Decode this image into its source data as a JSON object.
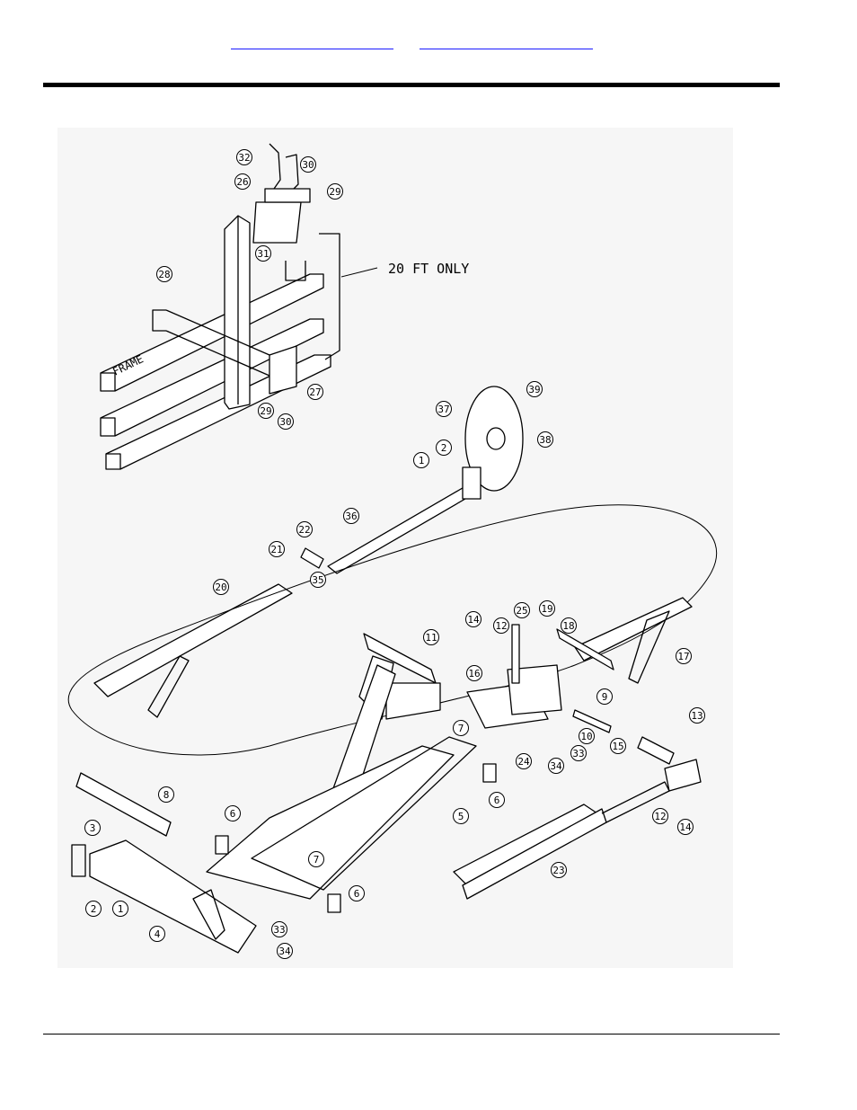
{
  "header": {
    "links": [
      {
        "label": ""
      },
      {
        "label": ""
      }
    ]
  },
  "diagram": {
    "note": "20 FT ONLY",
    "frame_label": "FRAME",
    "callouts": [
      "1",
      "2",
      "3",
      "4",
      "5",
      "6",
      "7",
      "8",
      "9",
      "10",
      "11",
      "12",
      "13",
      "14",
      "15",
      "16",
      "17",
      "18",
      "19",
      "20",
      "21",
      "22",
      "23",
      "24",
      "25",
      "26",
      "27",
      "28",
      "29",
      "30",
      "31",
      "32",
      "33",
      "34",
      "35",
      "36",
      "37",
      "38",
      "39"
    ]
  }
}
